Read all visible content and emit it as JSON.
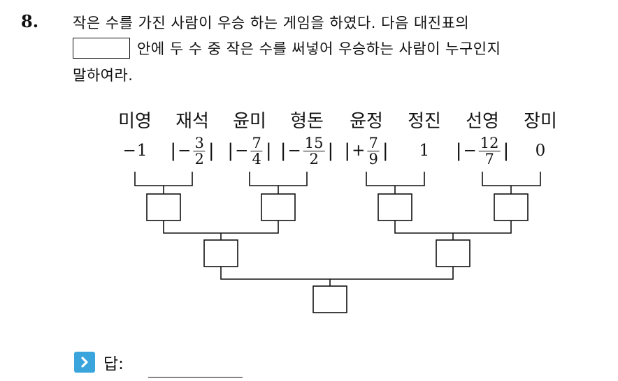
{
  "question": {
    "number": "8.",
    "line1": "작은 수를 가진 사람이 우승 하는 게임을 하였다. 다음 대진표의",
    "line2": "안에 두 수 중 작은 수를 써넣어 우승하는 사람이 누구인지",
    "line3": "말하여라."
  },
  "players": [
    {
      "name": "미영",
      "abs": false,
      "sign": "−",
      "num": "1",
      "den": ""
    },
    {
      "name": "재석",
      "abs": true,
      "sign": "−",
      "num": "3",
      "den": "2"
    },
    {
      "name": "윤미",
      "abs": true,
      "sign": "−",
      "num": "7",
      "den": "4"
    },
    {
      "name": "형돈",
      "abs": true,
      "sign": "−",
      "num": "15",
      "den": "2"
    },
    {
      "name": "윤정",
      "abs": true,
      "sign": "+",
      "num": "7",
      "den": "9"
    },
    {
      "name": "정진",
      "abs": false,
      "sign": "",
      "num": "1",
      "den": ""
    },
    {
      "name": "선영",
      "abs": true,
      "sign": "−",
      "num": "12",
      "den": "7"
    },
    {
      "name": "장미",
      "abs": false,
      "sign": "",
      "num": "0",
      "den": ""
    }
  ],
  "answer": {
    "icon": "chevron-right-icon",
    "label": "답:",
    "accent": "#3aa5dc"
  }
}
